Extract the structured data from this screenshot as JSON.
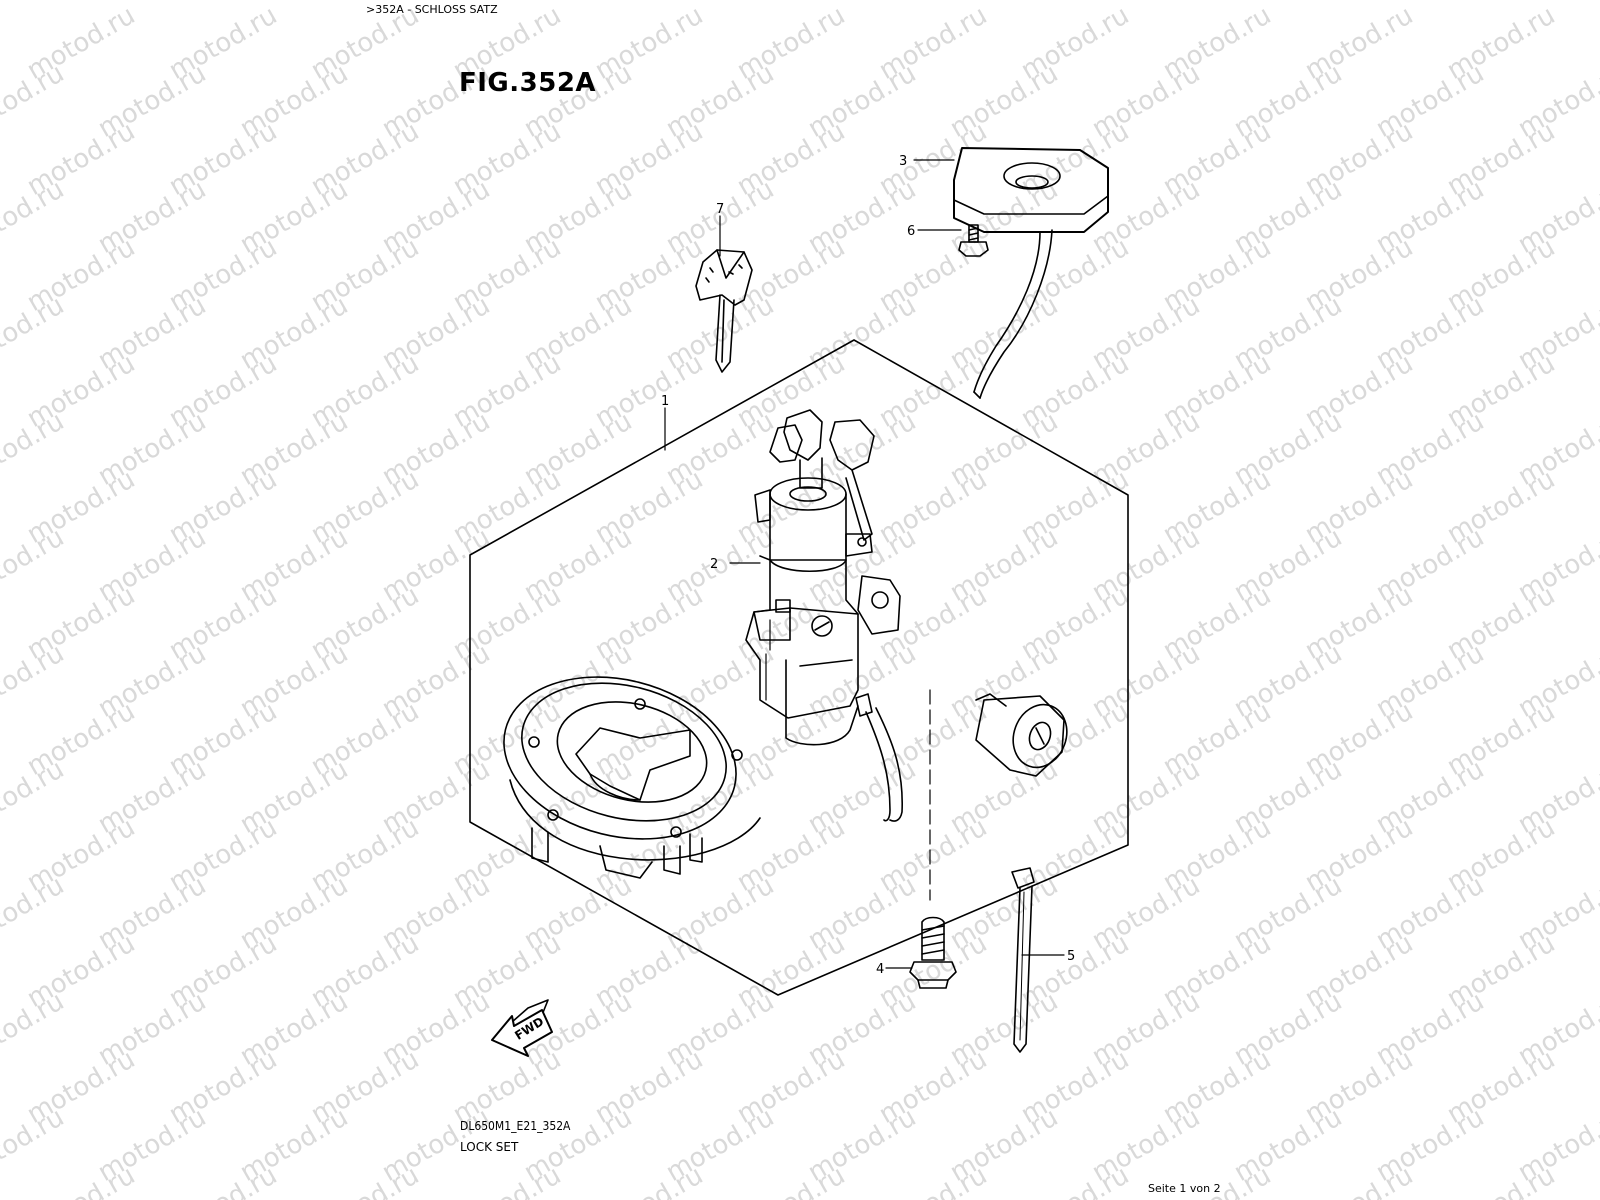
{
  "header": {
    "breadcrumb": ">352A - SCHLOSS SATZ"
  },
  "figure": {
    "title": "FIG.352A"
  },
  "callouts": [
    {
      "num": "1"
    },
    {
      "num": "2"
    },
    {
      "num": "3"
    },
    {
      "num": "4"
    },
    {
      "num": "5"
    },
    {
      "num": "6"
    },
    {
      "num": "7"
    }
  ],
  "fwd_label": "FWD",
  "footer": {
    "code": "DL650M1_E21_352A",
    "subtitle": "LOCK SET",
    "page": "Seite 1 von 2"
  },
  "watermark": "motod.ru"
}
